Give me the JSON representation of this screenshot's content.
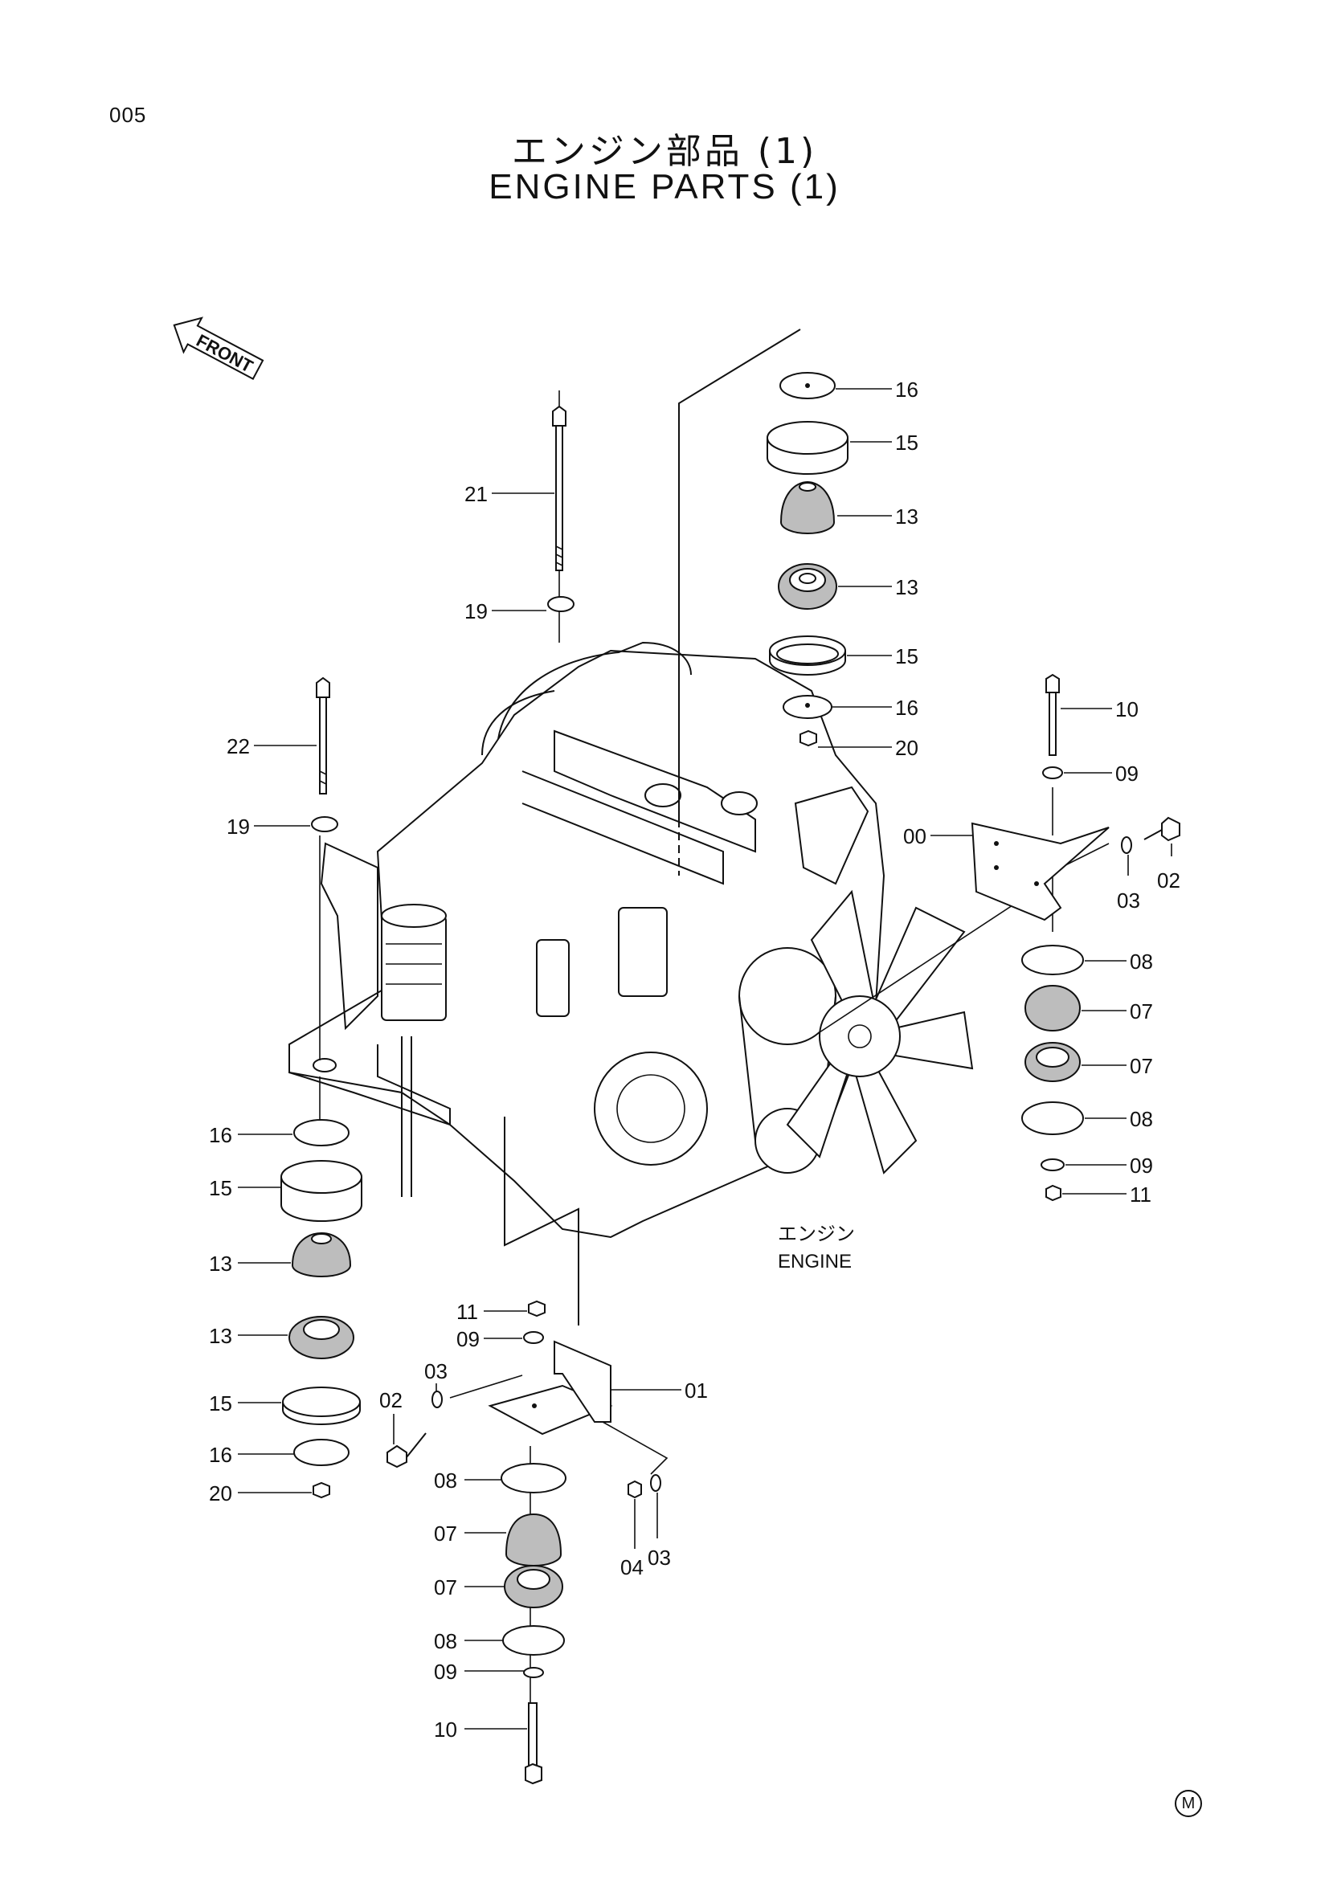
{
  "page_number": "005",
  "title_jp": "エンジン部品 (1)",
  "title_en": "ENGINE PARTS (1)",
  "front_label": "FRONT",
  "engine_label_jp": "エンジン",
  "engine_label_en": "ENGINE",
  "footer_mark": "M",
  "callouts": [
    {
      "id": "c-16a",
      "text": "16"
    },
    {
      "id": "c-15a",
      "text": "15"
    },
    {
      "id": "c-13a",
      "text": "13"
    },
    {
      "id": "c-13b",
      "text": "13"
    },
    {
      "id": "c-15b",
      "text": "15"
    },
    {
      "id": "c-16b",
      "text": "16"
    },
    {
      "id": "c-20a",
      "text": "20"
    },
    {
      "id": "c-21",
      "text": "21"
    },
    {
      "id": "c-19a",
      "text": "19"
    },
    {
      "id": "c-22",
      "text": "22"
    },
    {
      "id": "c-19b",
      "text": "19"
    },
    {
      "id": "c-10a",
      "text": "10"
    },
    {
      "id": "c-09a",
      "text": "09"
    },
    {
      "id": "c-00",
      "text": "00"
    },
    {
      "id": "c-02a",
      "text": "02"
    },
    {
      "id": "c-03a",
      "text": "03"
    },
    {
      "id": "c-08a",
      "text": "08"
    },
    {
      "id": "c-07a",
      "text": "07"
    },
    {
      "id": "c-07b",
      "text": "07"
    },
    {
      "id": "c-08b",
      "text": "08"
    },
    {
      "id": "c-09b",
      "text": "09"
    },
    {
      "id": "c-11a",
      "text": "11"
    },
    {
      "id": "c-16c",
      "text": "16"
    },
    {
      "id": "c-15c",
      "text": "15"
    },
    {
      "id": "c-13c",
      "text": "13"
    },
    {
      "id": "c-13d",
      "text": "13"
    },
    {
      "id": "c-15d",
      "text": "15"
    },
    {
      "id": "c-16d",
      "text": "16"
    },
    {
      "id": "c-20b",
      "text": "20"
    },
    {
      "id": "c-11b",
      "text": "11"
    },
    {
      "id": "c-09c",
      "text": "09"
    },
    {
      "id": "c-03b",
      "text": "03"
    },
    {
      "id": "c-02b",
      "text": "02"
    },
    {
      "id": "c-01",
      "text": "01"
    },
    {
      "id": "c-08c",
      "text": "08"
    },
    {
      "id": "c-07c",
      "text": "07"
    },
    {
      "id": "c-07d",
      "text": "07"
    },
    {
      "id": "c-08d",
      "text": "08"
    },
    {
      "id": "c-09d",
      "text": "09"
    },
    {
      "id": "c-10b",
      "text": "10"
    },
    {
      "id": "c-04",
      "text": "04"
    },
    {
      "id": "c-03c",
      "text": "03"
    }
  ]
}
